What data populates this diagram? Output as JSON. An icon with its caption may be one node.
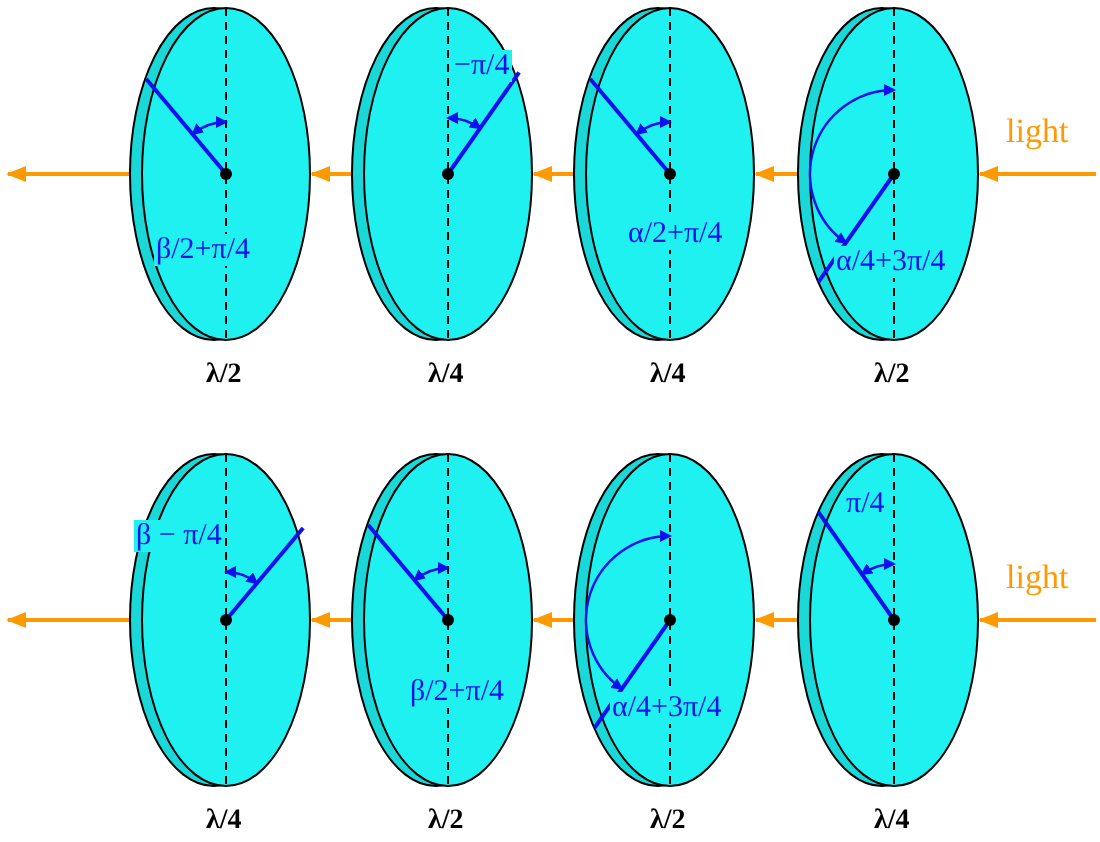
{
  "diagram": {
    "nodes": [
      {
        "text": [
          "β/2+π/4"
        ],
        "beside": [
          "λ/2"
        ]
      },
      {
        "text": [
          "−π/4"
        ],
        "beside": [
          "λ/4"
        ]
      },
      {
        "text": [
          "α/2+π/4"
        ],
        "beside": [
          "λ/4"
        ]
      },
      {
        "text": [
          "α/4+3π/4"
        ],
        "beside": [
          "λ/2"
        ]
      },
      {
        "text": [
          "β − π/4"
        ],
        "beside": [
          "λ/4"
        ]
      },
      {
        "text": [
          "β/2+π/4"
        ],
        "beside": [
          "λ/2"
        ]
      },
      {
        "text": [
          "α/4+3π/4"
        ],
        "beside": [
          "λ/2"
        ]
      },
      {
        "text": [
          "π/4"
        ],
        "beside": [
          "λ/4"
        ]
      }
    ],
    "edges": [
      {
        "from": null,
        "to": 3,
        "arrow": "to"
      },
      {
        "from": 3,
        "to": 2,
        "arrow": "to"
      },
      {
        "from": 2,
        "to": 1,
        "arrow": "to"
      },
      {
        "from": 1,
        "to": 0,
        "arrow": "to"
      },
      {
        "from": 0,
        "to": null,
        "arrow": "to"
      },
      {
        "from": null,
        "to": 7,
        "arrow": "to"
      },
      {
        "from": 7,
        "to": 6,
        "arrow": "to"
      },
      {
        "from": 6,
        "to": 5,
        "arrow": "to"
      },
      {
        "from": 5,
        "to": 4,
        "arrow": "to"
      },
      {
        "from": 4,
        "to": null,
        "arrow": "to"
      }
    ],
    "labels": [
      "light",
      "light"
    ]
  }
}
